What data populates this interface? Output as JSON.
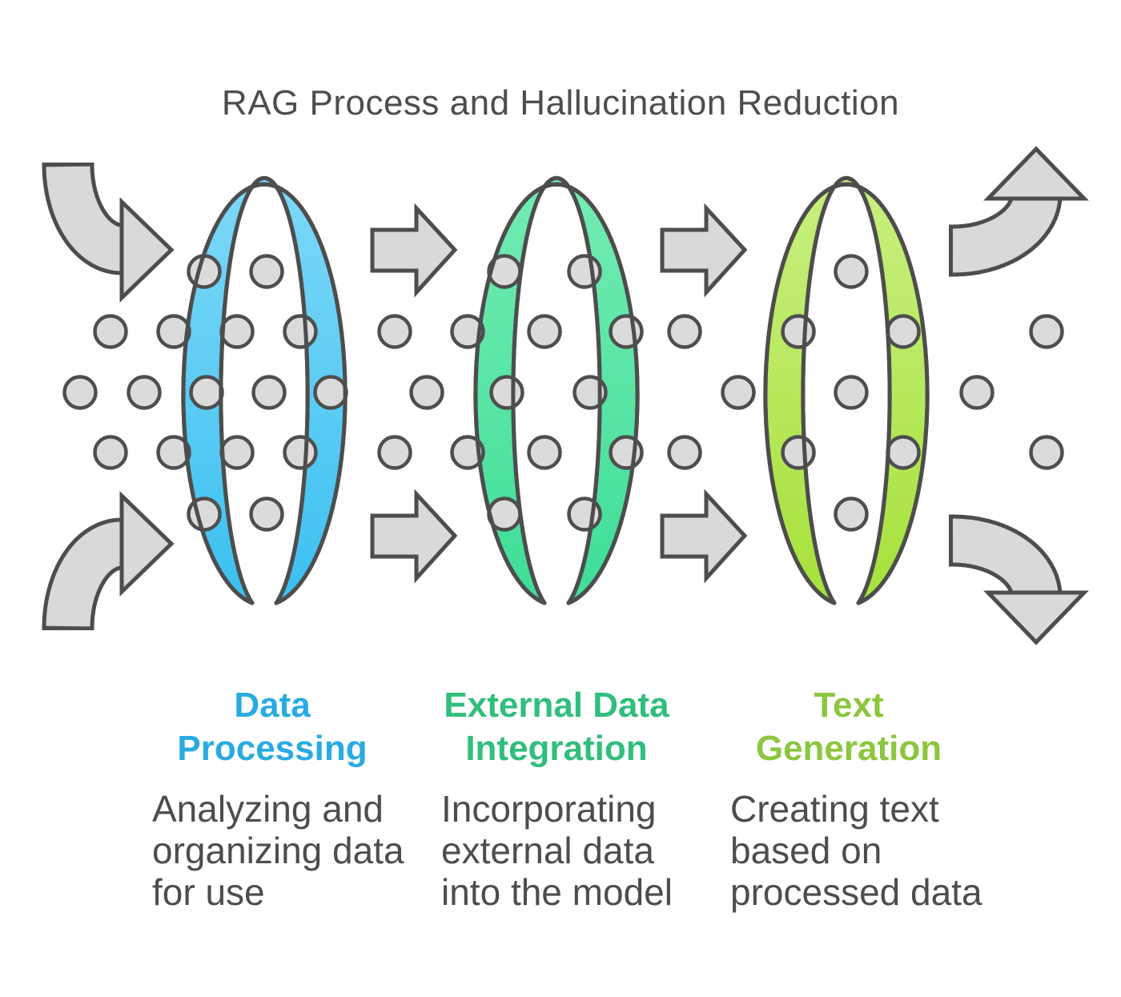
{
  "title": "RAG Process and Hallucination Reduction",
  "columns": [
    {
      "heading": "Data\nProcessing",
      "description": "Analyzing and\norganizing data\nfor use",
      "accent": "#29abe2"
    },
    {
      "heading": "External Data\nIntegration",
      "description": "Incorporating\nexternal data\ninto the model",
      "accent": "#31be7c"
    },
    {
      "heading": "Text\nGeneration",
      "description": "Creating text\nbased on\nprocessed data",
      "accent": "#8cc63f"
    }
  ],
  "icons": [
    "curved-flow-in-top-arrow-icon",
    "curved-flow-in-bottom-arrow-icon",
    "right-flow-arrow-icon",
    "curved-flow-out-top-arrow-icon",
    "curved-flow-out-bottom-arrow-icon",
    "filter-ring-icon",
    "data-dot-icon"
  ],
  "colors": {
    "ink": "#4d4d4d",
    "text": "#4d4d4d",
    "dot-fill": "#dbdbdb",
    "arrow-fill": "#d9d9d9",
    "band-blue-top": "#7ed8f8",
    "band-blue-bottom": "#3bc0f0",
    "band-green-top": "#74ecb4",
    "band-green-bottom": "#3edd98",
    "band-lime-top": "#c9ef80",
    "band-lime-bottom": "#a6e13a"
  }
}
